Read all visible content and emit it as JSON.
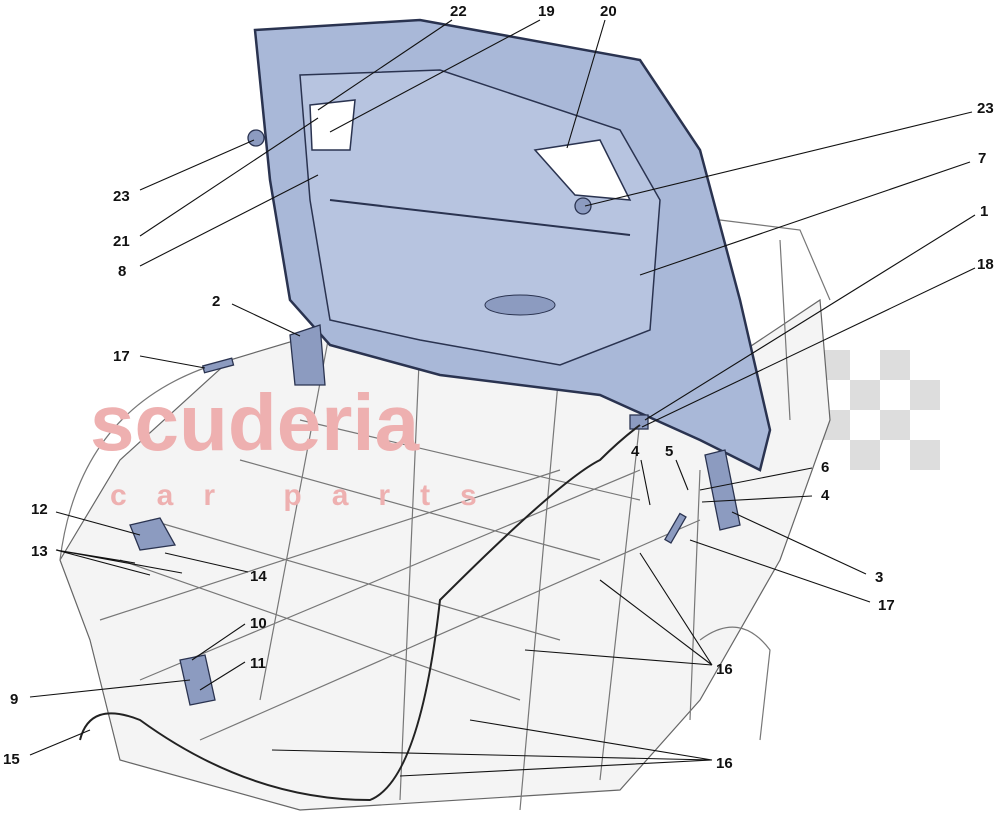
{
  "diagram": {
    "watermark": {
      "brand": "scuderia",
      "sub": "car parts"
    },
    "colors": {
      "hood_fill": "#a9b8d8",
      "hood_stroke": "#2a3350",
      "part_fill": "#8c9bc0",
      "watermark": "#e8a6a6",
      "leader": "#111111"
    },
    "callouts": [
      "22",
      "19",
      "20",
      "23",
      "7",
      "1",
      "18",
      "23",
      "21",
      "8",
      "2",
      "17",
      "4",
      "5",
      "6",
      "4",
      "12",
      "13",
      "14",
      "3",
      "17",
      "10",
      "11",
      "16",
      "9",
      "15",
      "16"
    ]
  }
}
